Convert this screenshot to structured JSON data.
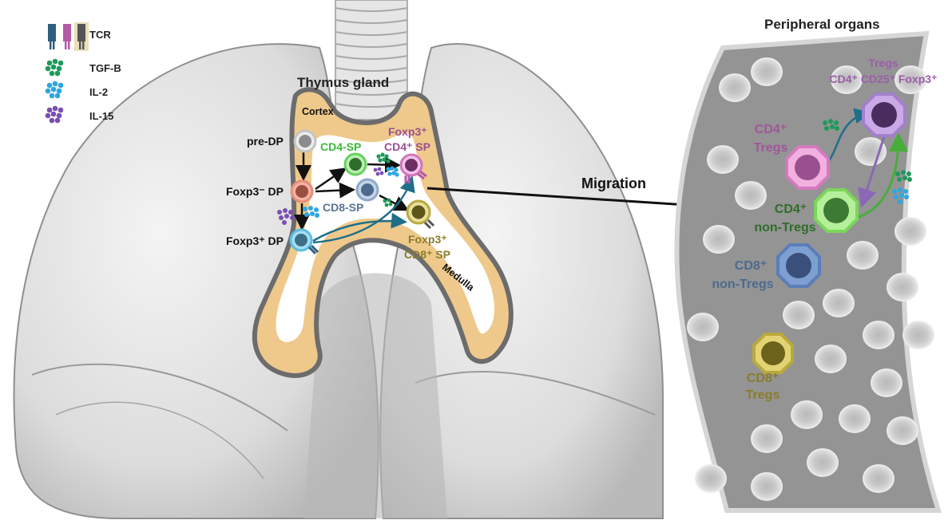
{
  "legend": {
    "tcr": "TCR",
    "tgfb": "TGF-B",
    "il2": "IL-2",
    "il15": "IL-15"
  },
  "thymus": {
    "title": "Thymus gland",
    "cortex": "Cortex",
    "medulla": "Medulla",
    "pre_dp": "pre-DP",
    "foxp3_neg_dp": "Foxp3⁻ DP",
    "foxp3_pos_dp": "Foxp3⁺ DP",
    "cd4_sp": "CD4-SP",
    "cd8_sp": "CD8-SP",
    "foxp3_cd4_sp_line1": "Foxp3⁺",
    "foxp3_cd4_sp_line2": "CD4⁺ SP",
    "foxp3_cd8_sp_line1": "Foxp3⁺",
    "foxp3_cd8_sp_line2": "CD8⁺ SP"
  },
  "migration": "Migration",
  "periphery": {
    "title": "Peripheral organs",
    "tregs_line1": "Tregs",
    "tregs_line2": "CD4⁺ CD25⁺ Foxp3⁺",
    "cd4_tregs_line1": "CD4⁺",
    "cd4_tregs_line2": "Tregs",
    "cd4_nontregs_line1": "CD4⁺",
    "cd4_nontregs_line2": "non-Tregs",
    "cd8_nontregs_line1": "CD8⁺",
    "cd8_nontregs_line2": "non-Tregs",
    "cd8_tregs_line1": "CD8⁺",
    "cd8_tregs_line2": "Tregs"
  },
  "colors": {
    "tgfb": "#1e9a5a",
    "il2": "#2ea6e0",
    "il15": "#7b4fb0",
    "cd4_treg": "#9a4f8f",
    "cd4_non": "#2f6e2a",
    "cd8": "#4d6a8f",
    "cd8_treg": "#8a7d2a",
    "thymus_fill": "#efc98b",
    "arrow_teal": "#1e6e8a",
    "arrow_purple": "#8a68b5",
    "arrow_green": "#49ad3a"
  }
}
